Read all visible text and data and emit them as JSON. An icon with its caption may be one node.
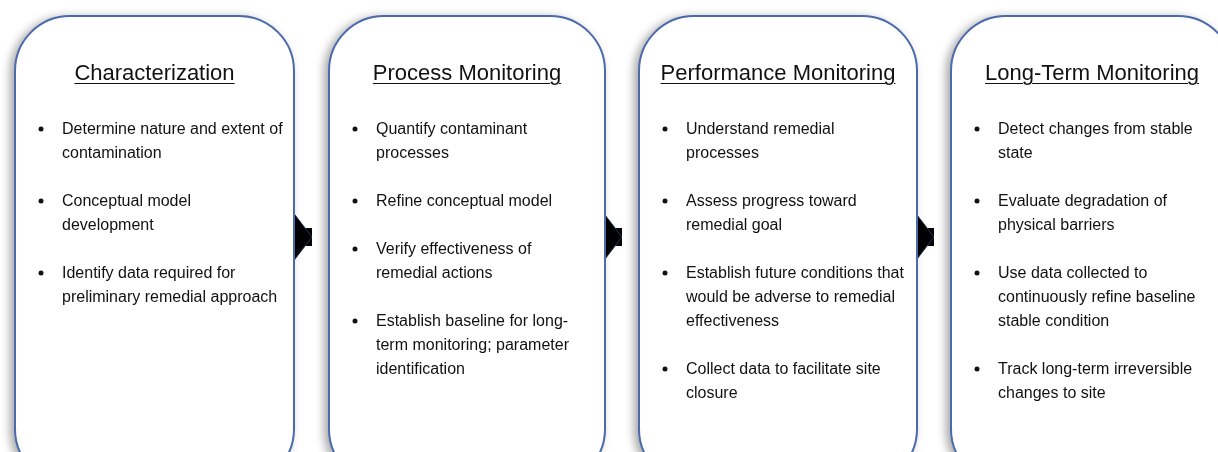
{
  "diagram": {
    "nodes": [
      {
        "text": [
          "Characterization",
          "Determine nature and extent of contamination",
          "Conceptual model development",
          "Identify data required for preliminary remedial approach"
        ]
      },
      {
        "text": [
          "Process Monitoring",
          "Quantify contaminant processes",
          "Refine conceptual model",
          "Verify effectiveness of remedial actions",
          "Establish baseline for long-term monitoring; parameter identification"
        ]
      },
      {
        "text": [
          "Performance Monitoring",
          "Understand remedial processes",
          "Assess progress toward remedial goal",
          "Establish future conditions that would be adverse to remedial effectiveness",
          "Collect data to facilitate site closure"
        ]
      },
      {
        "text": [
          "Long-Term Monitoring",
          "Detect changes from stable state",
          "Evaluate degradation of physical barriers",
          "Use data collected to continuously refine baseline stable condition",
          "Track long-term irreversible changes to site"
        ]
      }
    ],
    "edges": [
      {
        "from": 0,
        "to": 1,
        "arrow": "to"
      },
      {
        "from": 1,
        "to": 2,
        "arrow": "to"
      },
      {
        "from": 2,
        "to": 3,
        "arrow": "to"
      }
    ]
  }
}
